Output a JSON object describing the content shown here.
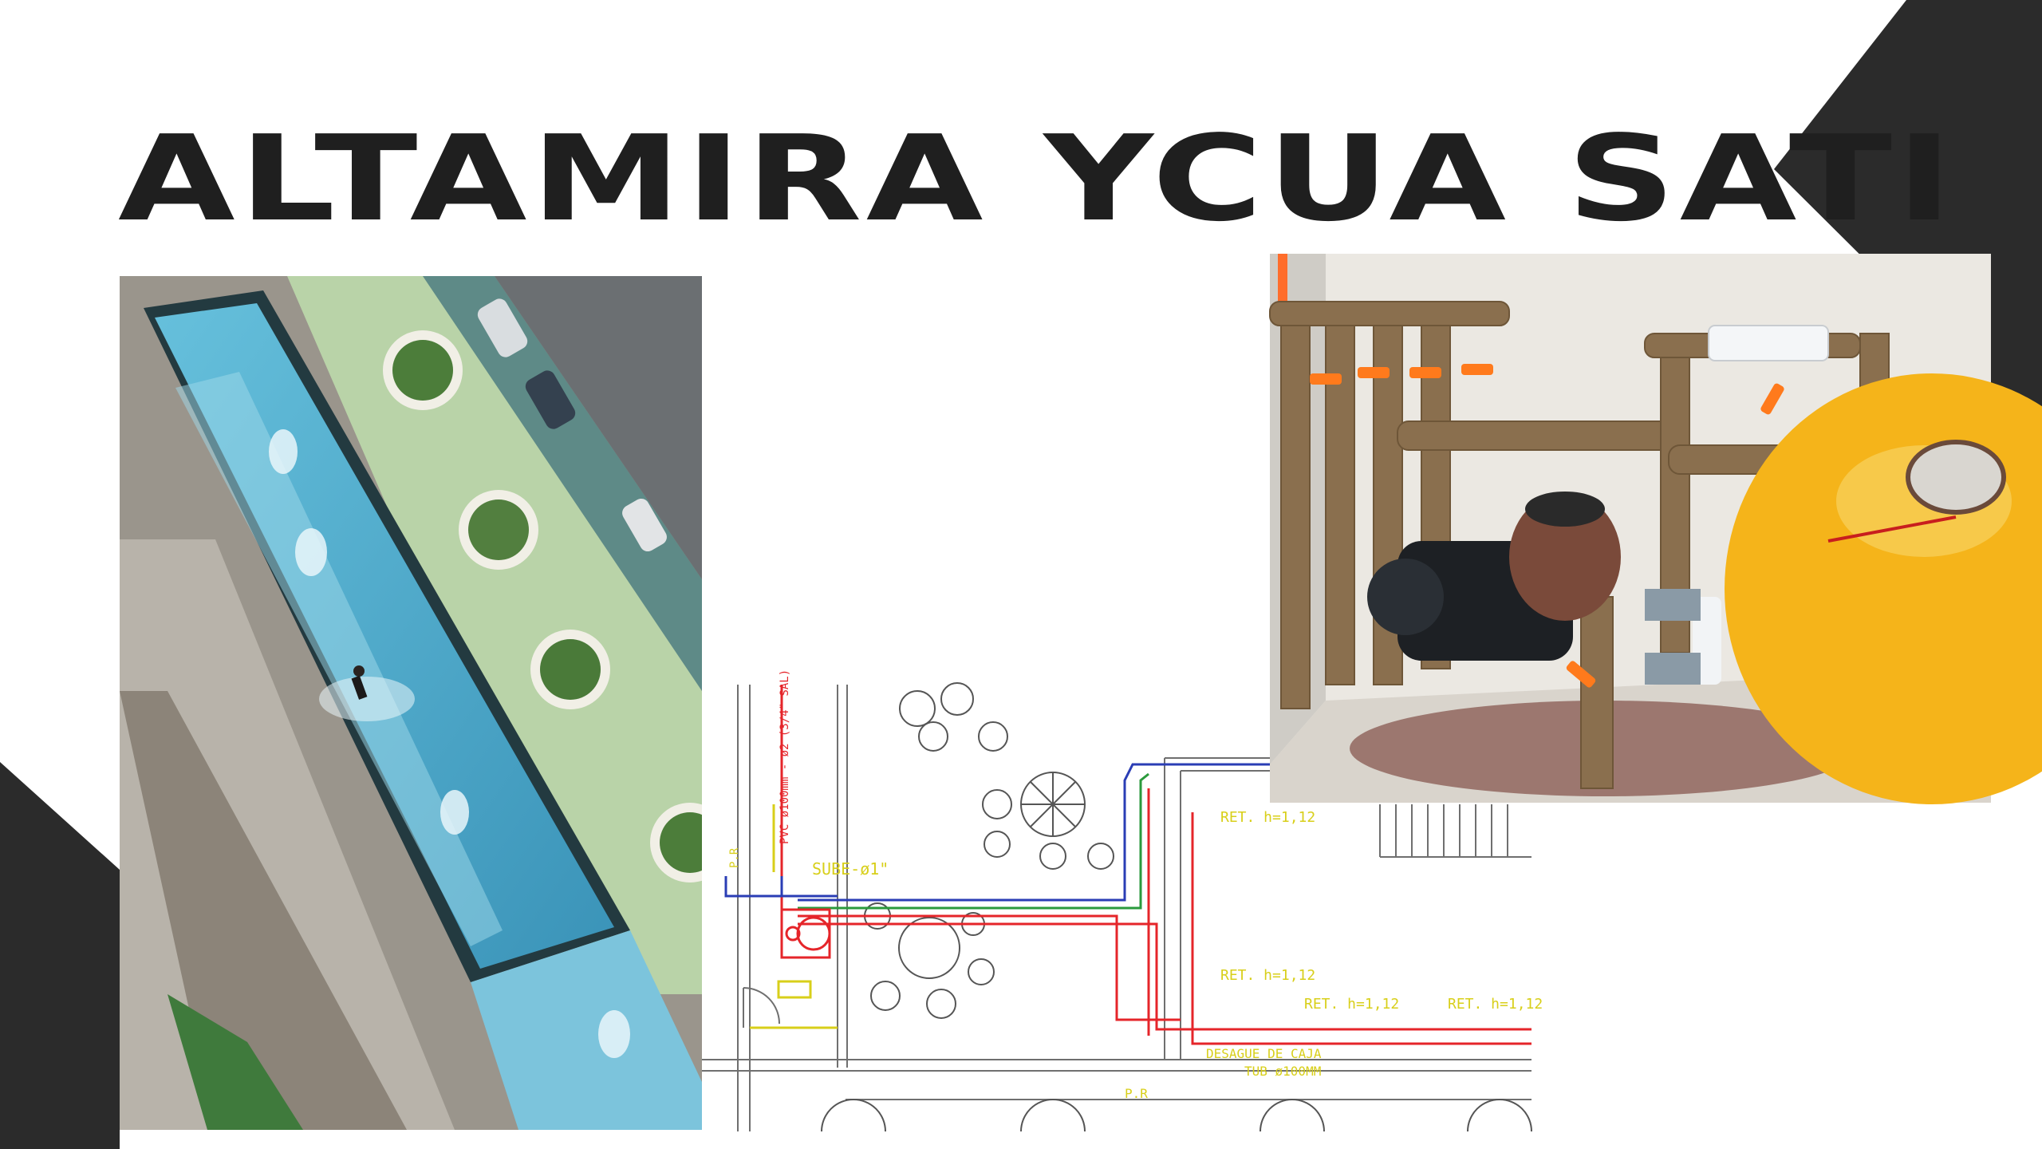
{
  "title": "ALTAMIRA YCUA SATI",
  "colors": {
    "dark": "#2b2b2b",
    "title": "#1f1f1f",
    "pool_water": "#4fa9c8",
    "filter_yellow": "#f5b41a",
    "pipe_brown": "#8a6f4e",
    "valve_orange": "#ff7a1c",
    "cad_red": "#e5252a",
    "cad_blue": "#2a3db5",
    "cad_yellow": "#d8cf1a"
  },
  "plan": {
    "label_sube": "SUBE-ø1\"",
    "label_pvc": "PVC ø100mm - ø2 (3/4\" SAL)",
    "label_ret1": "RET. h=1,12",
    "label_ret2": "RET. h=1,12",
    "label_ret3": "RET. h=1,12",
    "label_ret4": "RET. h=1,12",
    "label_desague": "DESAGUE DE CAJA",
    "label_tub": "TUB ø100MM",
    "label_pr1": "P.R",
    "label_pr2": "P.R"
  }
}
